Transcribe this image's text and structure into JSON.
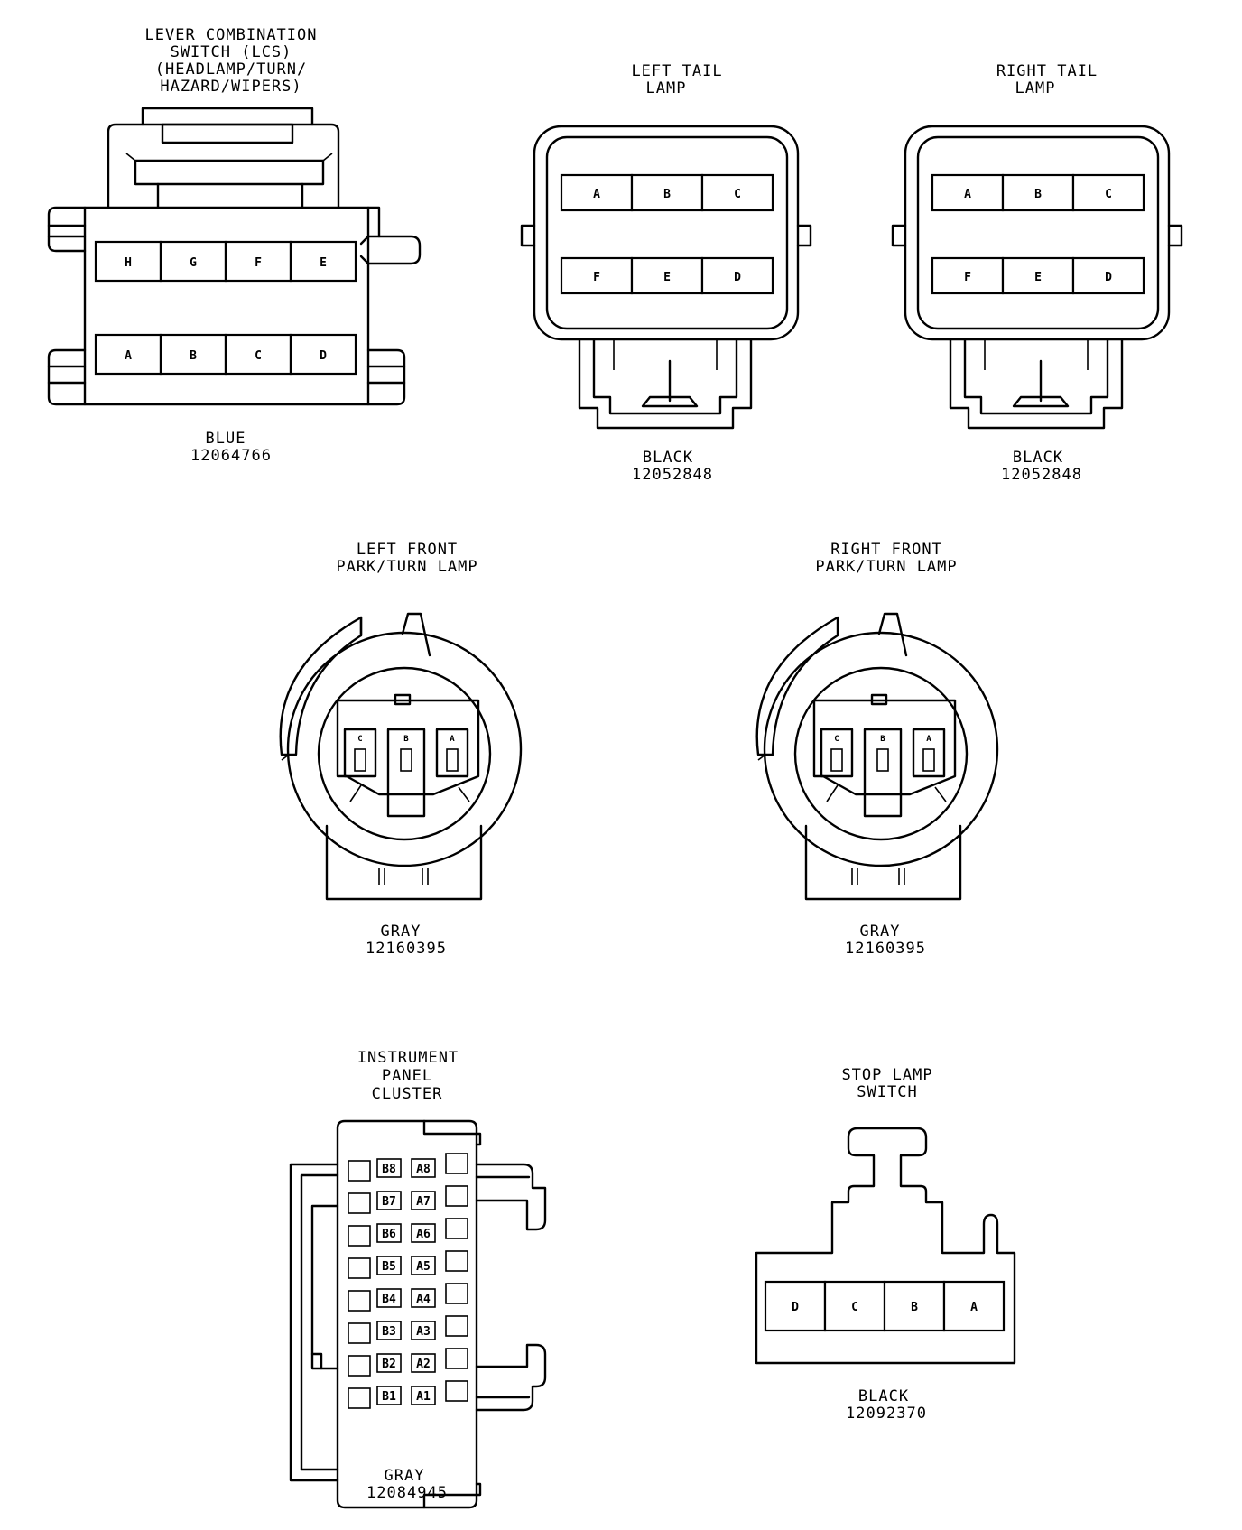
{
  "connectors": {
    "lcs": {
      "title": [
        "LEVER COMBINATION",
        "SWITCH (LCS)",
        "(HEADLAMP/TURN/",
        "HAZARD/WIPERS)"
      ],
      "pins_top": [
        "H",
        "G",
        "F",
        "E"
      ],
      "pins_bottom": [
        "A",
        "B",
        "C",
        "D"
      ],
      "color": "BLUE",
      "part_number": "12064766"
    },
    "left_tail": {
      "title": [
        "LEFT TAIL",
        "LAMP"
      ],
      "pins_top": [
        "A",
        "B",
        "C"
      ],
      "pins_bottom": [
        "F",
        "E",
        "D"
      ],
      "color": "BLACK",
      "part_number": "12052848"
    },
    "right_tail": {
      "title": [
        "RIGHT TAIL",
        "LAMP"
      ],
      "pins_top": [
        "A",
        "B",
        "C"
      ],
      "pins_bottom": [
        "F",
        "E",
        "D"
      ],
      "color": "BLACK",
      "part_number": "12052848"
    },
    "left_front": {
      "title": [
        "LEFT FRONT",
        "PARK/TURN LAMP"
      ],
      "pins": [
        "C",
        "B",
        "A"
      ],
      "color": "GRAY",
      "part_number": "12160395"
    },
    "right_front": {
      "title": [
        "RIGHT FRONT",
        "PARK/TURN LAMP"
      ],
      "pins": [
        "C",
        "B",
        "A"
      ],
      "color": "GRAY",
      "part_number": "12160395"
    },
    "ipc": {
      "title": [
        "INSTRUMENT",
        "PANEL",
        "CLUSTER"
      ],
      "pins_b": [
        "B8",
        "B7",
        "B6",
        "B5",
        "B4",
        "B3",
        "B2",
        "B1"
      ],
      "pins_a": [
        "A8",
        "A7",
        "A6",
        "A5",
        "A4",
        "A3",
        "A2",
        "A1"
      ],
      "color": "GRAY",
      "part_number": "12084945"
    },
    "stop_lamp": {
      "title": [
        "STOP LAMP",
        "SWITCH"
      ],
      "pins": [
        "D",
        "C",
        "B",
        "A"
      ],
      "color": "BLACK",
      "part_number": "12092370"
    }
  }
}
